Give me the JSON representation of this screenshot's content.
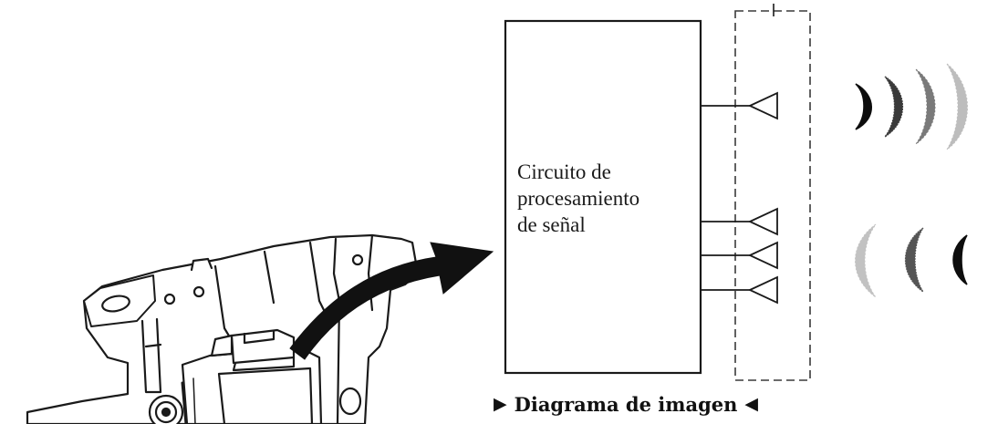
{
  "diagram": {
    "block_label_lines": [
      "Circuito de",
      "procesamiento",
      "de señal"
    ],
    "caption": {
      "left_marker": "▶",
      "text": "Diagrama de imagen",
      "right_marker": "◀"
    },
    "colors": {
      "line": "#1a1a1a",
      "arrow": "#111111",
      "wave_dark": "#0d0d0d",
      "wave_mid": "#6a6a6a",
      "wave_light": "#b5b5b5"
    },
    "icons": {
      "transmit_antenna": "triangle-antenna-icon",
      "receive_antenna": "triangle-antenna-icon",
      "outgoing_wave": "wave-arc-icon",
      "incoming_wave": "wave-arc-icon",
      "pointer": "curved-arrow-icon",
      "sensor_part": "sensor-mount-illustration"
    }
  }
}
